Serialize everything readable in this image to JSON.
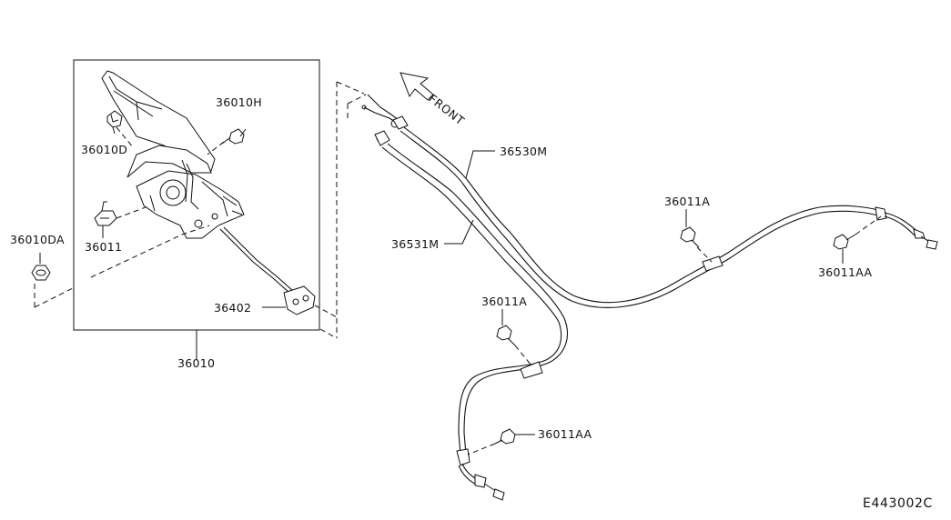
{
  "diagram": {
    "front_label": "FRONT",
    "drawing_code": "E443002C",
    "parts": {
      "p36010H": "36010H",
      "p36010D": "36010D",
      "p36010DA": "36010DA",
      "p36011": "36011",
      "p36402": "36402",
      "p36010": "36010",
      "p36530M": "36530M",
      "p36531M": "36531M",
      "p36011A_right": "36011A",
      "p36011A_center": "36011A",
      "p36011AA_right": "36011AA",
      "p36011AA_bottom": "36011AA"
    }
  }
}
